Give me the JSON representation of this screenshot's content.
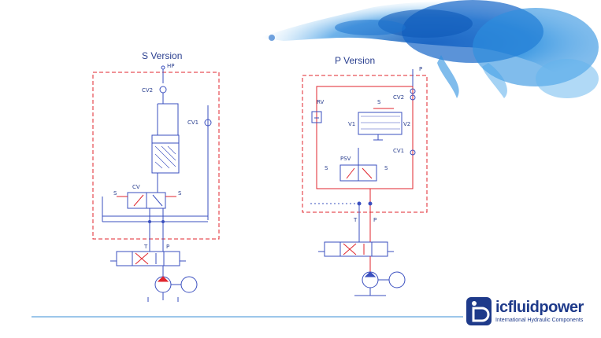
{
  "diagram": {
    "s_version": {
      "title": "S Version",
      "labels": {
        "hp": "HP",
        "cv2": "CV2",
        "cv1": "CV1",
        "cv": "CV",
        "s_left": "S",
        "s_right": "S",
        "t": "T",
        "p": "P"
      }
    },
    "p_version": {
      "title": "P Version",
      "labels": {
        "p_top": "P",
        "rv": "RV",
        "s_top": "S",
        "cv2": "CV2",
        "v1": "V1",
        "v2": "V2",
        "cv1": "CV1",
        "psv": "PSV",
        "s_left": "S",
        "s_right": "S",
        "t": "T",
        "p": "P"
      }
    }
  },
  "brand": {
    "name": "icfluidpower",
    "tagline": "International Hydraulic Components",
    "color": "#1e3a8a"
  },
  "colors": {
    "line_blue": "#3a4fbf",
    "line_red": "#e0262e",
    "splash": "#1f7fd6"
  }
}
